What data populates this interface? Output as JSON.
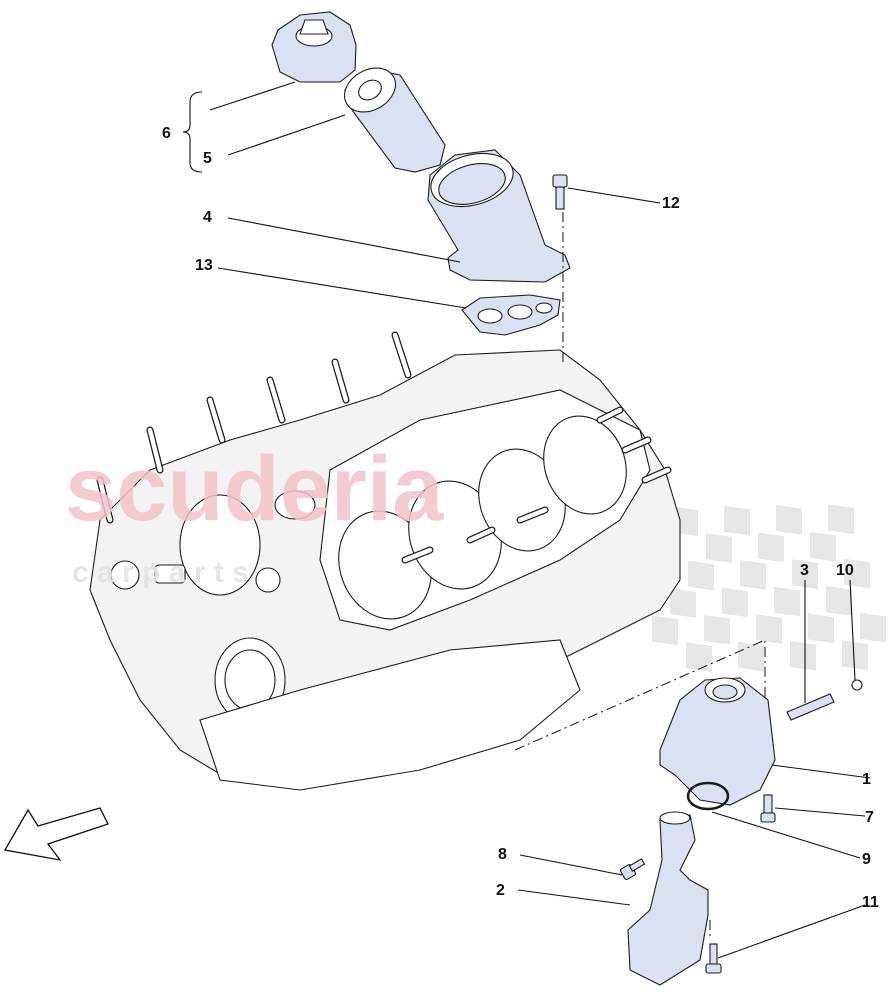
{
  "callouts": [
    {
      "id": "1",
      "label": "1"
    },
    {
      "id": "2",
      "label": "2"
    },
    {
      "id": "3",
      "label": "3"
    },
    {
      "id": "4",
      "label": "4"
    },
    {
      "id": "5",
      "label": "5"
    },
    {
      "id": "6",
      "label": "6"
    },
    {
      "id": "7",
      "label": "7"
    },
    {
      "id": "8",
      "label": "8"
    },
    {
      "id": "9",
      "label": "9"
    },
    {
      "id": "10",
      "label": "10"
    },
    {
      "id": "11",
      "label": "11"
    },
    {
      "id": "12",
      "label": "12"
    },
    {
      "id": "13",
      "label": "13"
    }
  ],
  "watermark": {
    "brand": "scuderia",
    "sub": "c a r   p a r t s"
  },
  "colors": {
    "part_fill": "#d9e1f3",
    "line": "#1b1b1b",
    "watermark": "#f3c2c8",
    "checker": "#e6e6e6"
  },
  "icons": {
    "direction_arrow": "front-direction-arrow-icon"
  }
}
